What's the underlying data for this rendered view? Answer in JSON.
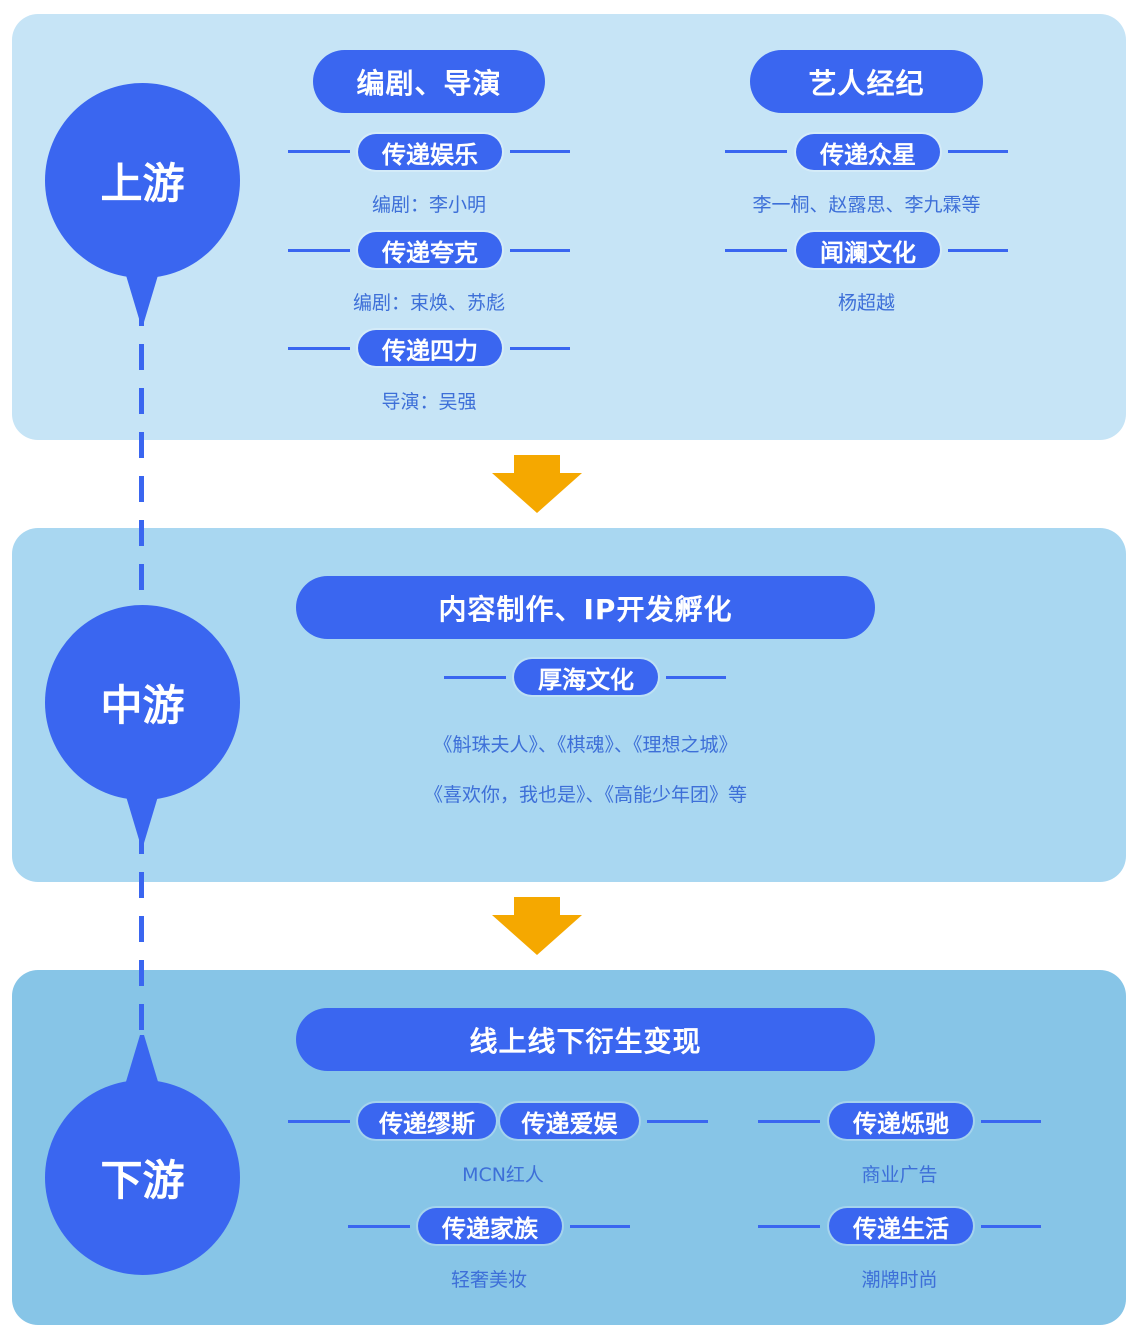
{
  "colors": {
    "primary": "#3a66f0",
    "arrow": "#f5a800",
    "upstream_bg": "#c6e4f6",
    "midstream_bg": "#a9d7f1",
    "downstream_bg": "#87c5e7"
  },
  "upstream": {
    "label": "上游",
    "left": {
      "header": "编剧、导演",
      "items": [
        {
          "company": "传递娱乐",
          "desc": "编剧：李小明"
        },
        {
          "company": "传递夸克",
          "desc": "编剧：束焕、苏彪"
        },
        {
          "company": "传递四力",
          "desc": "导演：吴强"
        }
      ]
    },
    "right": {
      "header": "艺人经纪",
      "items": [
        {
          "company": "传递众星",
          "desc": "李一桐、赵露思、李九霖等"
        },
        {
          "company": "闻澜文化",
          "desc": "杨超越"
        }
      ]
    }
  },
  "midstream": {
    "label": "中游",
    "header": "内容制作、IP开发孵化",
    "company": "厚海文化",
    "desc_lines": [
      "《斛珠夫人》、《棋魂》、《理想之城》",
      "《喜欢你，我也是》、《高能少年团》等"
    ]
  },
  "downstream": {
    "label": "下游",
    "header": "线上线下衍生变现",
    "items": [
      {
        "companies": [
          "传递缪斯",
          "传递爱娱"
        ],
        "desc": "MCN红人"
      },
      {
        "companies": [
          "传递烁驰"
        ],
        "desc": "商业广告"
      },
      {
        "companies": [
          "传递家族"
        ],
        "desc": "轻奢美妆"
      },
      {
        "companies": [
          "传递生活"
        ],
        "desc": "潮牌时尚"
      }
    ]
  }
}
